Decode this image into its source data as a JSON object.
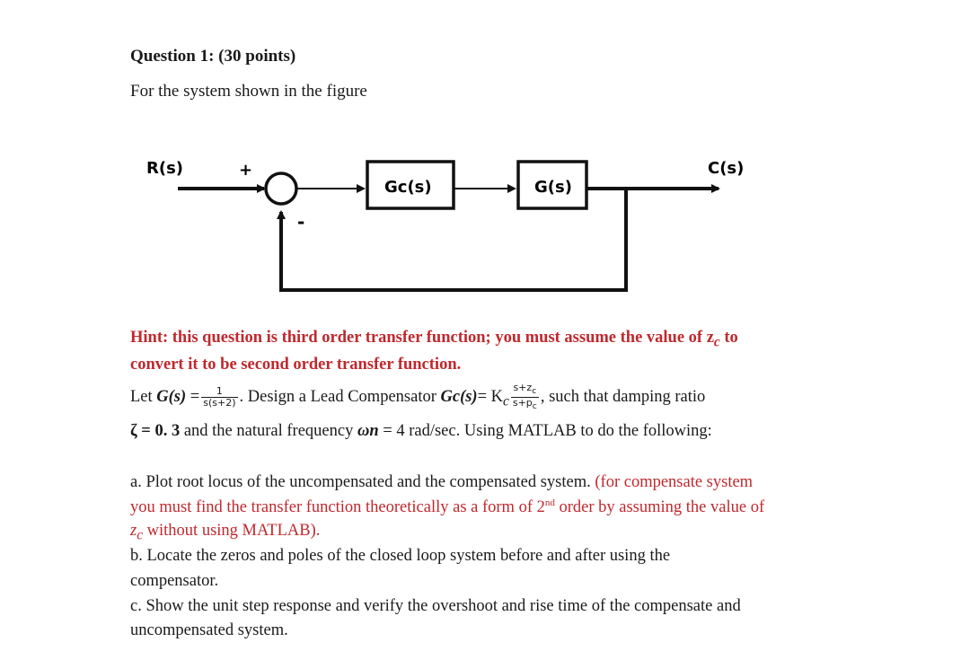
{
  "question": {
    "title": "Question 1: (30 points)",
    "intro": "For the system shown in the figure"
  },
  "diagram": {
    "input_label": "R(s)",
    "output_label": "C(s)",
    "plus_sign": "+",
    "minus_sign": "-",
    "block1_label": "Gc(s)",
    "block2_label": "G(s)"
  },
  "hint": {
    "line1": "Hint: this question is third order transfer function; you must assume the value of z",
    "line1_sub": "c",
    "line1_end": " to",
    "line2": "convert it to be second order transfer function."
  },
  "problem": {
    "let_prefix": "Let ",
    "G_of_s": "G(s)",
    "eq": " =",
    "plant_num": "1",
    "plant_den": "s(s+2)",
    "design_text": ". Design a Lead Compensator ",
    "Gc_of_s": "Gc(s)",
    "eq2": "= K",
    "eq2_sub": "c",
    "comp_num": "s+z",
    "comp_num_sub": "c",
    "comp_den": "s+p",
    "comp_den_sub": "c",
    "such_that": ", such that damping ratio",
    "zeta": "ζ",
    "zeta_val": " = 0. 3",
    "nat_freq_text": " and the natural frequency ",
    "omega_n": "ωn",
    "omega_val": " = 4",
    "rest_line2": " rad/sec. Using MATLAB to do the following:"
  },
  "tasks": {
    "a_black": "a. Plot root locus of the uncompensated and the compensated system. ",
    "a_red1": "(for compensate system",
    "a_red2_pre": "you must find the transfer function theoretically as a form of 2",
    "a_red2_sup": "nd",
    "a_red2_post": " order by assuming the value of",
    "a_red3_z": "z",
    "a_red3_sub": "c",
    "a_red3_post": " without using MATLAB).",
    "b_line1": "b. Locate the zeros and poles of the closed loop system before and after using the",
    "b_line2": "compensator.",
    "c_line1": "c. Show the unit step response and verify the overshoot and rise time of the compensate and",
    "c_line2": "uncompensated system."
  }
}
